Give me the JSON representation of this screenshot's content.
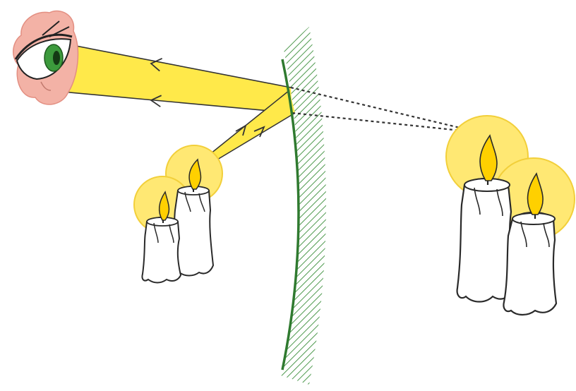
{
  "diagram": {
    "kind": "convex-mirror-virtual-image",
    "objects": [
      "eye-icon",
      "convex-mirror",
      "real-candles",
      "virtual-candles",
      "light-beam",
      "sight-lines"
    ]
  },
  "colors": {
    "background": "#ffffff",
    "beam_fill": "#ffe94a",
    "beam_edge": "#3a3a3a",
    "glow": "#ffe873",
    "glow_edge": "#f2cf3a",
    "flame": "#ffd000",
    "candle": "#ffffff",
    "candle_outline": "#2a2a2a",
    "mirror_line": "#2f7a2f",
    "mirror_hatch": "#4f9a4f",
    "skin": "#f3b2a6",
    "iris": "#3c9a3c"
  }
}
